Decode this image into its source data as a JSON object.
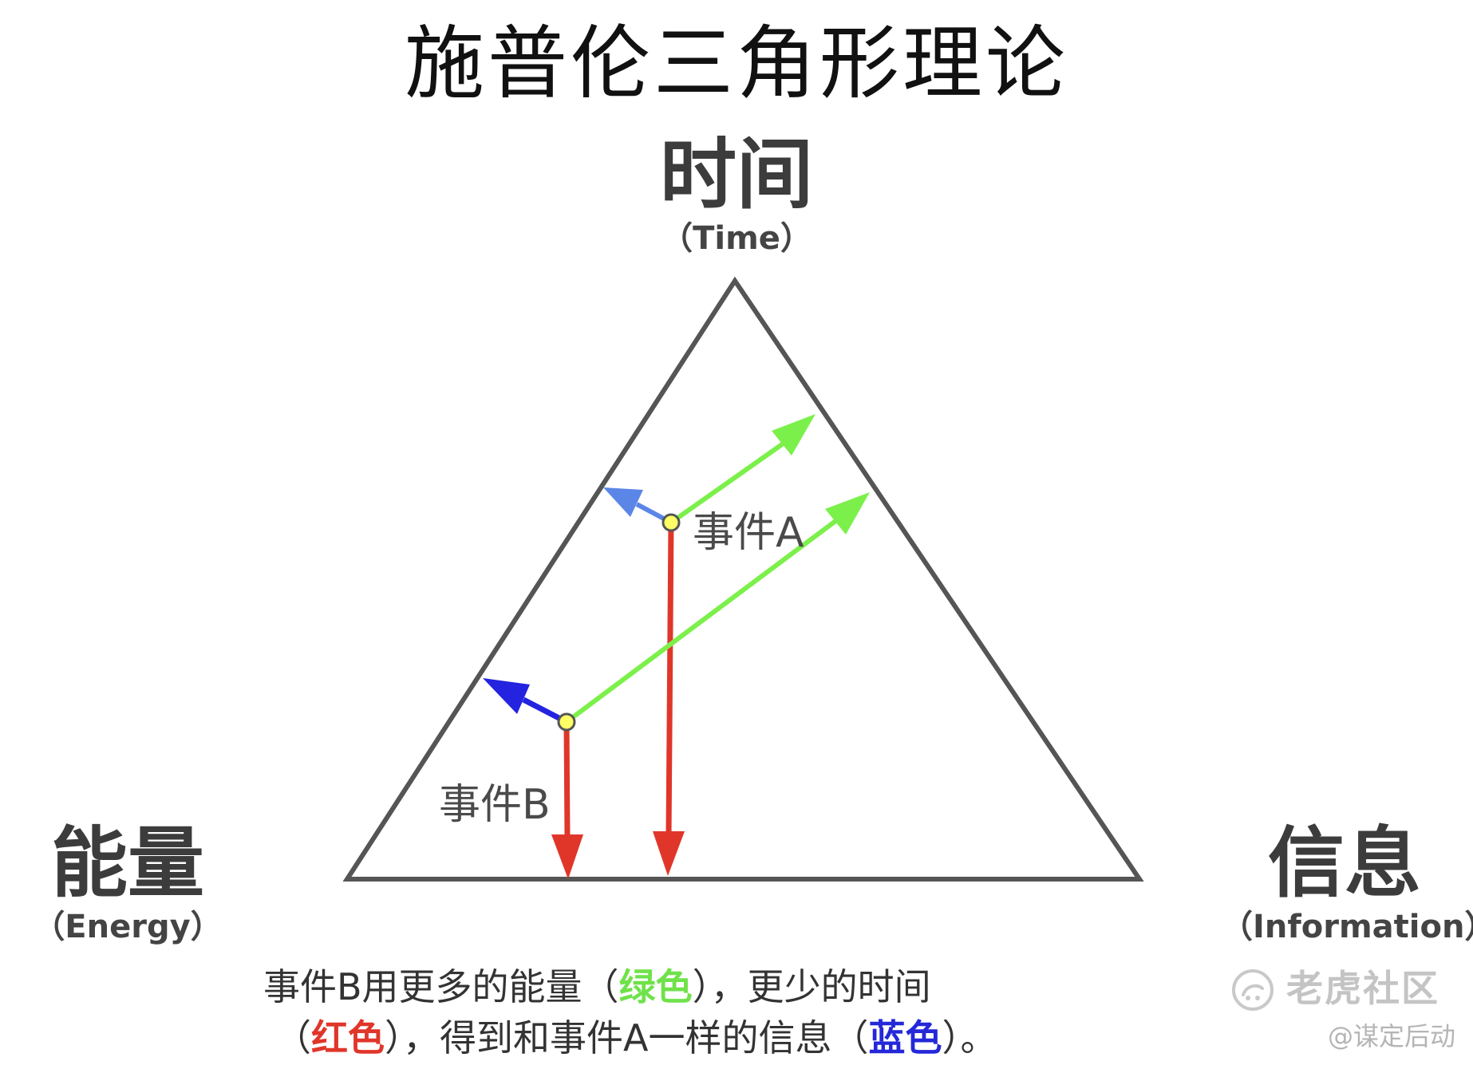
{
  "title": "施普伦三角形理论",
  "vertices": {
    "time": {
      "label": "时间",
      "sublabel": "（Time）"
    },
    "energy": {
      "label": "能量",
      "sublabel": "（Energy）"
    },
    "information": {
      "label": "信息",
      "sublabel": "（Information）"
    }
  },
  "events": {
    "a": {
      "label": "事件A"
    },
    "b": {
      "label": "事件B"
    }
  },
  "colors": {
    "triangle": "#555555",
    "energy_arrow": "#7cf04a",
    "time_arrow": "#e0362a",
    "info_arrow_a": "#5b86e8",
    "info_arrow_b": "#2323e0",
    "event_point": "#ffff66"
  },
  "caption": {
    "line1_pre": "事件B用更多的能量（",
    "line1_green": "绿色",
    "line1_post": "），更少的时间",
    "line2_pre": "（",
    "line2_red": "红色",
    "line2_mid": "），得到和事件A一样的信息（",
    "line2_blue": "蓝色",
    "line2_post": "）。"
  },
  "watermark": {
    "brand": "老虎社区",
    "handle": "@谋定后动"
  }
}
